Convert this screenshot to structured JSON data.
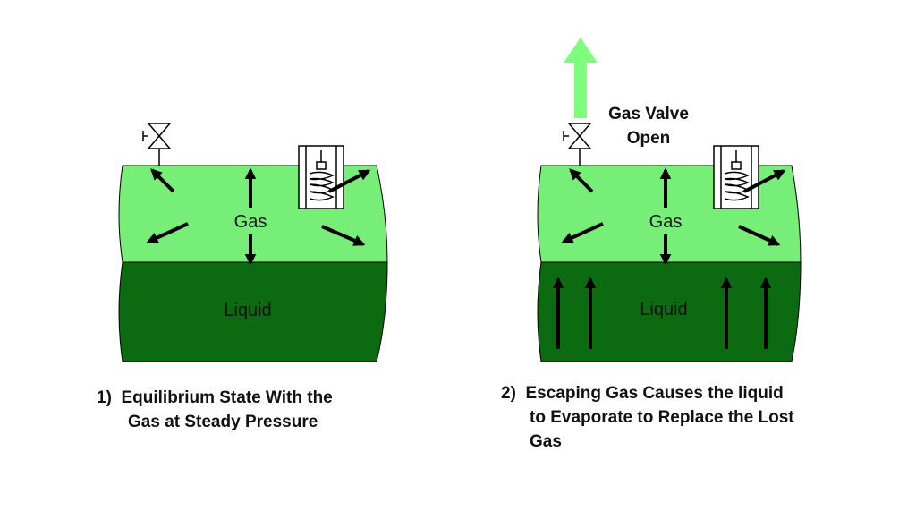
{
  "tank1": {
    "gas_label": "Gas",
    "liquid_label": "Liquid",
    "caption_number": "1)",
    "caption_line1": "Equilibrium State With the",
    "caption_line2": "Gas at Steady Pressure"
  },
  "tank2": {
    "gas_label": "Gas",
    "liquid_label": "Liquid",
    "valve_label_line1": "Gas Valve",
    "valve_label_line2": "Open",
    "caption_number": "2)",
    "caption_line1": "Escaping Gas Causes the liquid",
    "caption_line2": "to Evaporate to Replace the Lost",
    "caption_line3": "Gas"
  },
  "colors": {
    "gas": "#77ee77",
    "liquid": "#0c6b10",
    "escape_arrow": "#7dff7d",
    "arrows": "#000000"
  }
}
